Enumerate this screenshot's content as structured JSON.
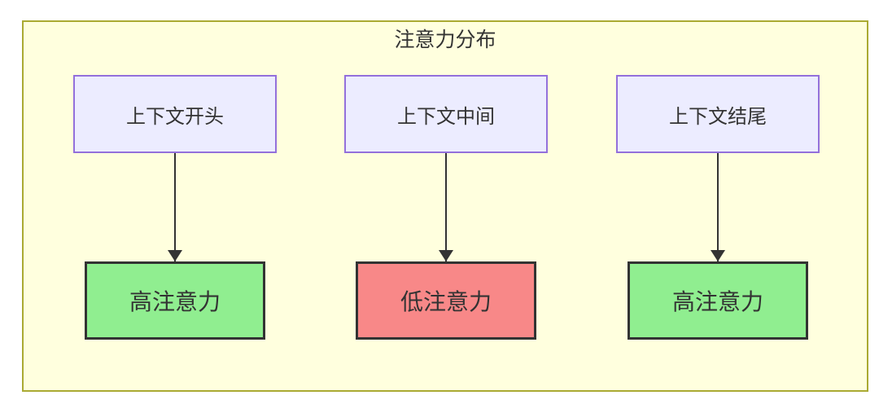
{
  "diagram": {
    "title": "注意力分布",
    "columns": [
      {
        "source": "上下文开头",
        "target": "高注意力",
        "level": "high"
      },
      {
        "source": "上下文中间",
        "target": "低注意力",
        "level": "low"
      },
      {
        "source": "上下文结尾",
        "target": "高注意力",
        "level": "high"
      }
    ],
    "colors": {
      "cluster_bg": "#ffffde",
      "cluster_border": "#aaaa33",
      "source_node_bg": "#ececff",
      "source_node_border": "#9370db",
      "high_attention_bg": "#90ee90",
      "low_attention_bg": "#f88888",
      "target_node_border": "#333333",
      "arrow": "#333333",
      "text": "#333333"
    }
  }
}
